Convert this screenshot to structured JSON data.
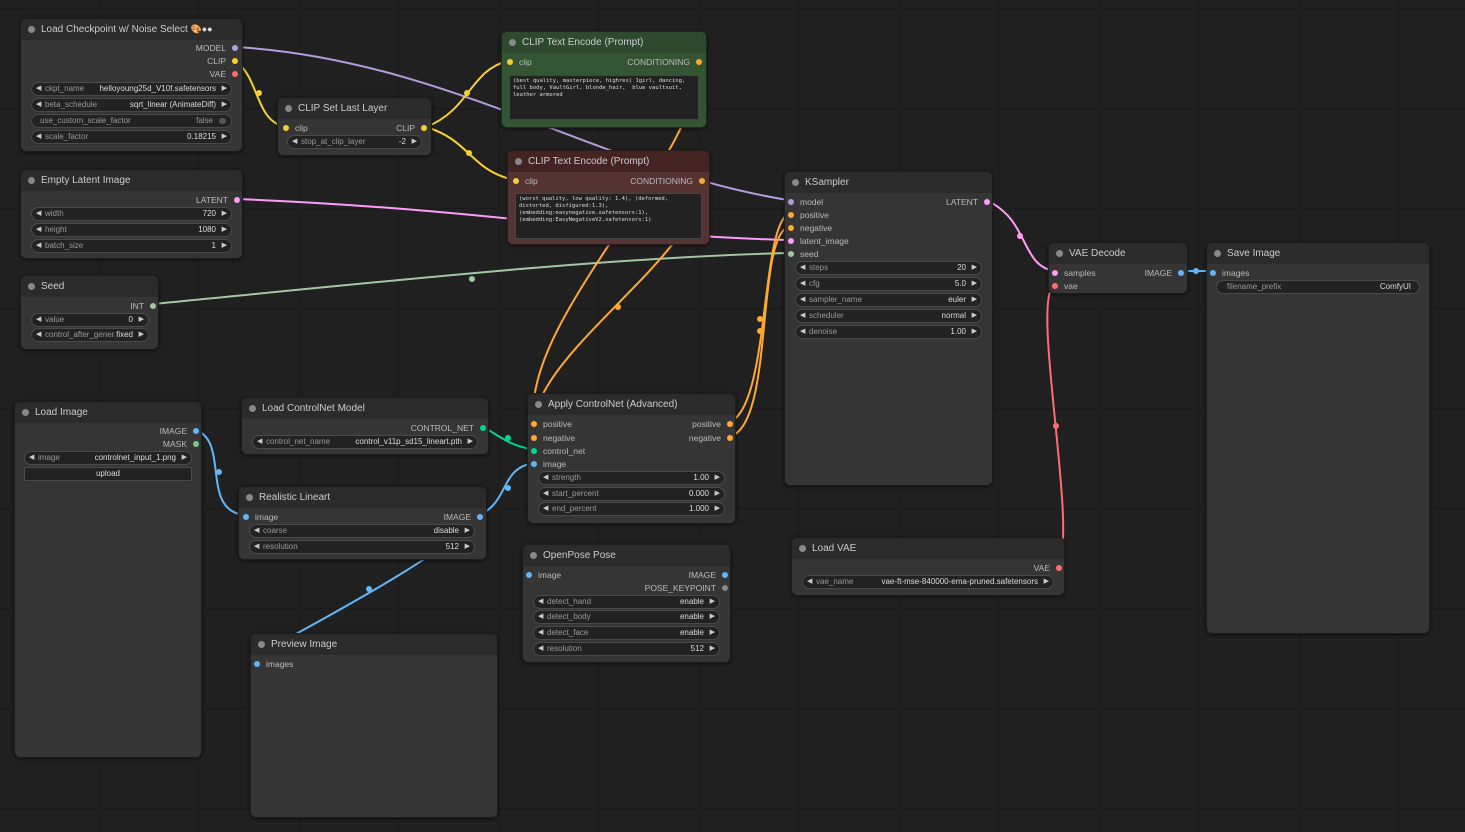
{
  "nodes": {
    "load_checkpoint": {
      "title": "Load Checkpoint w/ Noise Select",
      "outputs": [
        "MODEL",
        "CLIP",
        "VAE"
      ],
      "widgets": [
        {
          "name": "ckpt_name",
          "value": "helloyoung25d_V10f.safetensors"
        },
        {
          "name": "beta_schedule",
          "value": "sqrt_linear (AnimateDiff)"
        },
        {
          "name": "use_custom_scale_factor",
          "value": "false"
        },
        {
          "name": "scale_factor",
          "value": "0.18215"
        }
      ]
    },
    "clip_set_last_layer": {
      "title": "CLIP Set Last Layer",
      "input": "clip",
      "output": "CLIP",
      "widgets": [
        {
          "name": "stop_at_clip_layer",
          "value": "-2"
        }
      ]
    },
    "clip_text_pos": {
      "title": "CLIP Text Encode (Prompt)",
      "input": "clip",
      "output": "CONDITIONING",
      "text": "(best quality, masterpiece, highres) 1girl, dancing, full body, VaultGirl, blonde_hair,  blue vaultsuit, leather armored"
    },
    "clip_text_neg": {
      "title": "CLIP Text Encode (Prompt)",
      "input": "clip",
      "output": "CONDITIONING",
      "text": "(worst quality, low quality: 1.4), (deformed, distorted, disfigured:1.3),\n(embedding:easynegative.safetensors:1),\n(embedding:EasyNegativeV2.safetensors:1)"
    },
    "empty_latent": {
      "title": "Empty Latent Image",
      "output": "LATENT",
      "widgets": [
        {
          "name": "width",
          "value": "720"
        },
        {
          "name": "height",
          "value": "1080"
        },
        {
          "name": "batch_size",
          "value": "1"
        }
      ]
    },
    "seed": {
      "title": "Seed",
      "output": "INT",
      "widgets": [
        {
          "name": "value",
          "value": "0"
        },
        {
          "name": "control_after_generate",
          "value": "fixed"
        }
      ]
    },
    "ksampler": {
      "title": "KSampler",
      "output": "LATENT",
      "inputs": [
        "model",
        "positive",
        "negative",
        "latent_image",
        "seed"
      ],
      "widgets": [
        {
          "name": "steps",
          "value": "20"
        },
        {
          "name": "cfg",
          "value": "5.0"
        },
        {
          "name": "sampler_name",
          "value": "euler"
        },
        {
          "name": "scheduler",
          "value": "normal"
        },
        {
          "name": "denoise",
          "value": "1.00"
        }
      ]
    },
    "vae_decode": {
      "title": "VAE Decode",
      "inputs": [
        "samples",
        "vae"
      ],
      "output": "IMAGE"
    },
    "save_image": {
      "title": "Save Image",
      "input": "images",
      "widgets": [
        {
          "name": "filename_prefix",
          "value": "ComfyUI"
        }
      ]
    },
    "load_image": {
      "title": "Load Image",
      "outputs": [
        "IMAGE",
        "MASK"
      ],
      "widgets": [
        {
          "name": "image",
          "value": "controlnet_input_1.png"
        }
      ],
      "upload_label": "upload"
    },
    "load_controlnet": {
      "title": "Load ControlNet Model",
      "output": "CONTROL_NET",
      "widgets": [
        {
          "name": "control_net_name",
          "value": "control_v11p_sd15_lineart.pth"
        }
      ]
    },
    "apply_controlnet": {
      "title": "Apply ControlNet (Advanced)",
      "inputs": [
        "positive",
        "negative",
        "control_net",
        "image"
      ],
      "outputs": [
        "positive",
        "negative"
      ],
      "widgets": [
        {
          "name": "strength",
          "value": "1.00"
        },
        {
          "name": "start_percent",
          "value": "0.000"
        },
        {
          "name": "end_percent",
          "value": "1.000"
        }
      ]
    },
    "realistic_lineart": {
      "title": "Realistic Lineart",
      "input": "image",
      "output": "IMAGE",
      "widgets": [
        {
          "name": "coarse",
          "value": "disable"
        },
        {
          "name": "resolution",
          "value": "512"
        }
      ]
    },
    "openpose": {
      "title": "OpenPose Pose",
      "input": "image",
      "outputs": [
        "IMAGE",
        "POSE_KEYPOINT"
      ],
      "widgets": [
        {
          "name": "detect_hand",
          "value": "enable"
        },
        {
          "name": "detect_body",
          "value": "enable"
        },
        {
          "name": "detect_face",
          "value": "enable"
        },
        {
          "name": "resolution",
          "value": "512"
        }
      ]
    },
    "load_vae": {
      "title": "Load VAE",
      "output": "VAE",
      "widgets": [
        {
          "name": "vae_name",
          "value": "vae-ft-mse-840000-ema-pruned.safetensors"
        }
      ]
    },
    "preview_image": {
      "title": "Preview Image",
      "input": "images"
    }
  },
  "colors": {
    "model": "#b39ddb",
    "clip": "#f5d033",
    "vae": "#ff6e6e",
    "conditioning": "#ffa931",
    "latent": "#ff9cf9",
    "int": "#a1c9a0",
    "image": "#64b5f6",
    "mask": "#81c784",
    "control_net": "#00d78d",
    "pos_green_title": "#2e4a2e",
    "neg_red_title": "#442323"
  }
}
